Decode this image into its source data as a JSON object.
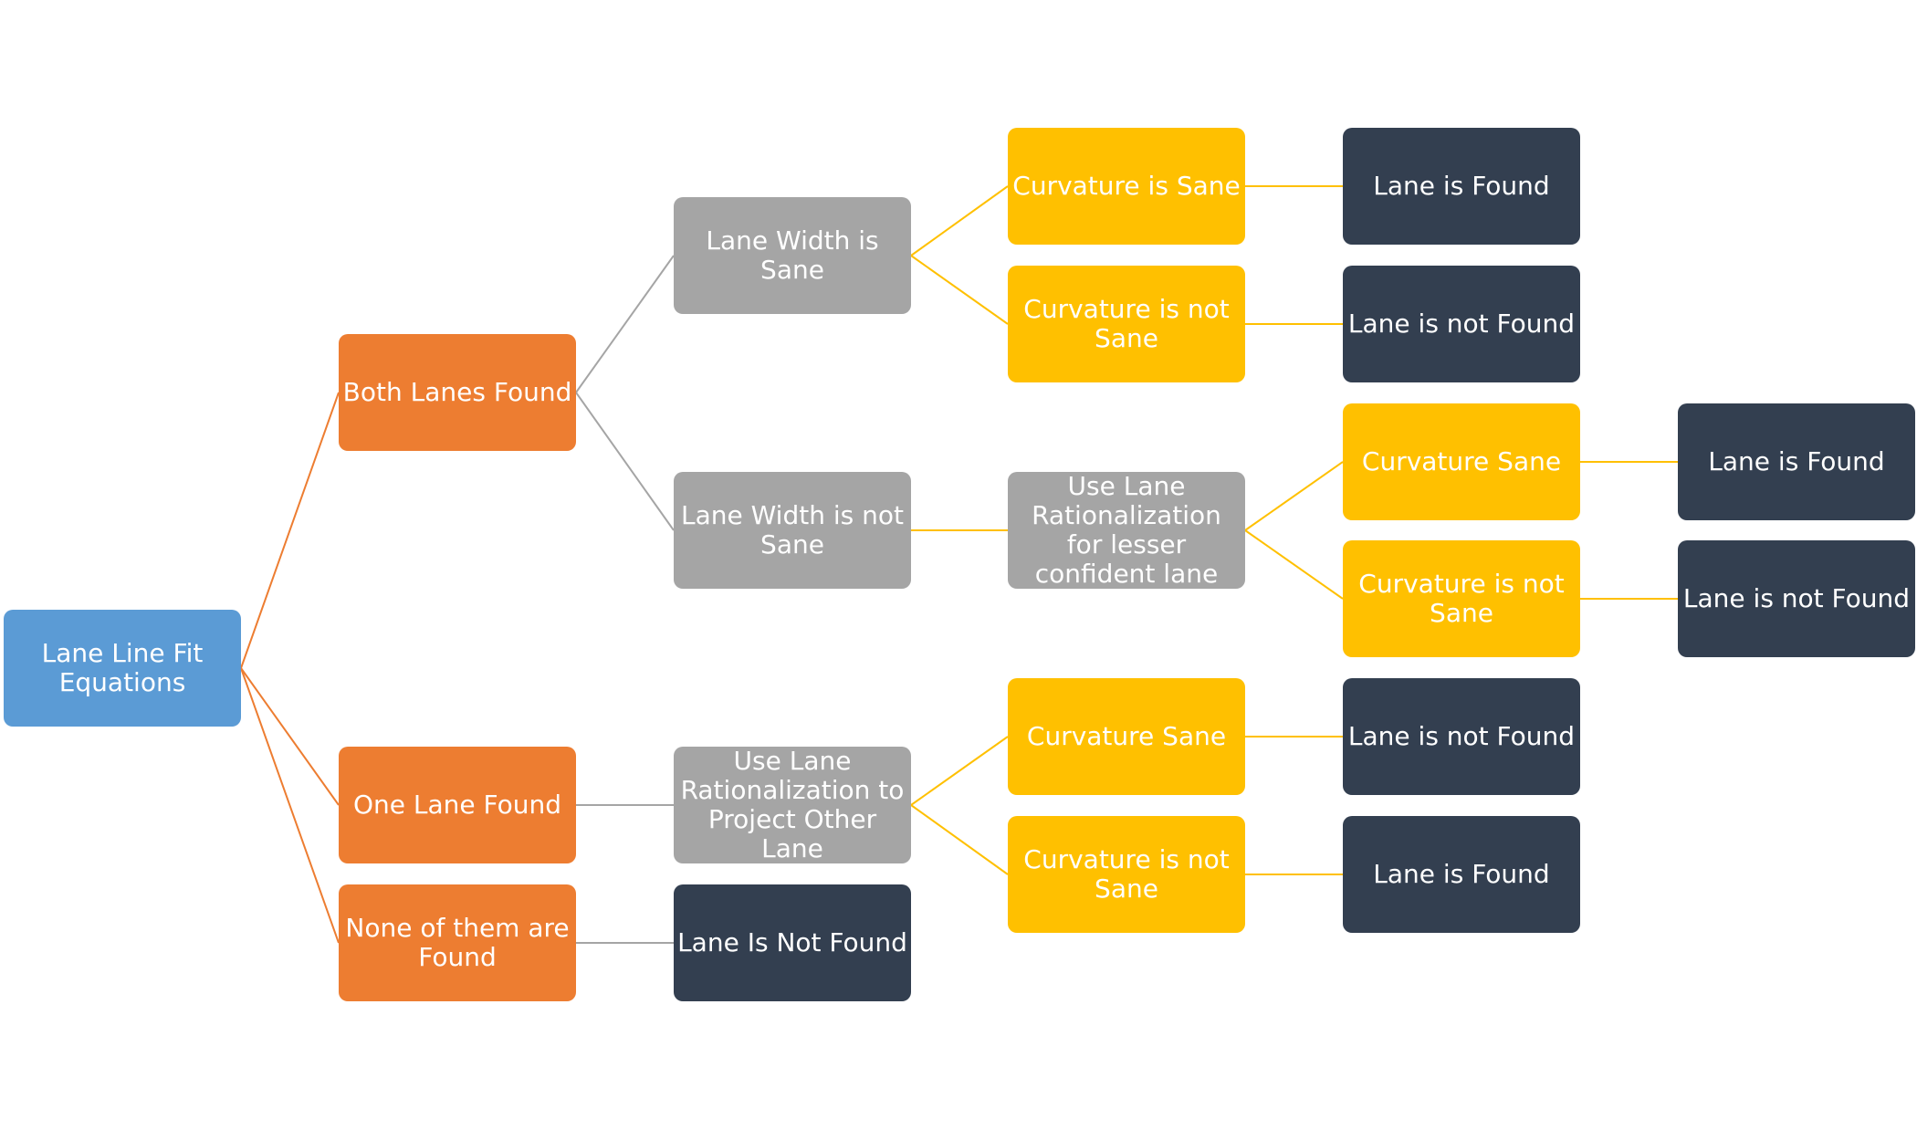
{
  "colors": {
    "root": "#5b9bd5",
    "level1": "#ed7d31",
    "check": "#a5a5a5",
    "curvature": "#ffc000",
    "result": "#333f50",
    "connector_orange": "#ed7d31",
    "connector_gray": "#a5a5a5",
    "connector_yellow": "#ffc000"
  },
  "nodes": {
    "root": "Lane Line Fit Equations",
    "both_lanes_found": "Both Lanes Found",
    "one_lane_found": "One Lane Found",
    "none_found": "None of them are Found",
    "lane_width_sane": "Lane Width is Sane",
    "lane_width_not_sane": "Lane Width is not Sane",
    "use_lane_project": "Use Lane Rationalization to Project Other Lane",
    "lane_is_not_found_none": "Lane Is Not Found",
    "curvature_is_sane_1": "Curvature  is Sane",
    "curvature_is_not_sane_1": "Curvature is not Sane",
    "use_lane_lesser": "Use Lane Rationalization for lesser confident lane",
    "curvature_sane_2": "Curvature Sane",
    "curvature_is_not_sane_2": "Curvature is not Sane",
    "result_1": "Lane is Found",
    "result_2": "Lane is not Found",
    "curvature_sane_3": "Curvature Sane",
    "curvature_is_not_sane_3": "Curvature is not Sane",
    "result_3": "Lane is not Found",
    "result_4": "Lane is Found",
    "result_5": "Lane is Found",
    "result_6": "Lane is not Found"
  },
  "edges": [
    {
      "from": "root",
      "to": "both_lanes_found",
      "color": "orange"
    },
    {
      "from": "root",
      "to": "one_lane_found",
      "color": "orange"
    },
    {
      "from": "root",
      "to": "none_found",
      "color": "orange"
    },
    {
      "from": "both_lanes_found",
      "to": "lane_width_sane",
      "color": "gray"
    },
    {
      "from": "both_lanes_found",
      "to": "lane_width_not_sane",
      "color": "gray"
    },
    {
      "from": "one_lane_found",
      "to": "use_lane_project",
      "color": "gray"
    },
    {
      "from": "none_found",
      "to": "lane_is_not_found_none",
      "color": "gray"
    },
    {
      "from": "lane_width_sane",
      "to": "curvature_is_sane_1",
      "color": "yellow"
    },
    {
      "from": "lane_width_sane",
      "to": "curvature_is_not_sane_1",
      "color": "yellow"
    },
    {
      "from": "lane_width_not_sane",
      "to": "use_lane_lesser",
      "color": "yellow"
    },
    {
      "from": "use_lane_project",
      "to": "curvature_sane_3",
      "color": "yellow"
    },
    {
      "from": "use_lane_project",
      "to": "curvature_is_not_sane_3",
      "color": "yellow"
    },
    {
      "from": "curvature_is_sane_1",
      "to": "result_1",
      "color": "yellow"
    },
    {
      "from": "curvature_is_not_sane_1",
      "to": "result_2",
      "color": "yellow"
    },
    {
      "from": "use_lane_lesser",
      "to": "curvature_sane_2",
      "color": "yellow"
    },
    {
      "from": "use_lane_lesser",
      "to": "curvature_is_not_sane_2",
      "color": "yellow"
    },
    {
      "from": "curvature_sane_3",
      "to": "result_3",
      "color": "yellow"
    },
    {
      "from": "curvature_is_not_sane_3",
      "to": "result_4",
      "color": "yellow"
    },
    {
      "from": "curvature_sane_2",
      "to": "result_5",
      "color": "yellow"
    },
    {
      "from": "curvature_is_not_sane_2",
      "to": "result_6",
      "color": "yellow"
    }
  ]
}
